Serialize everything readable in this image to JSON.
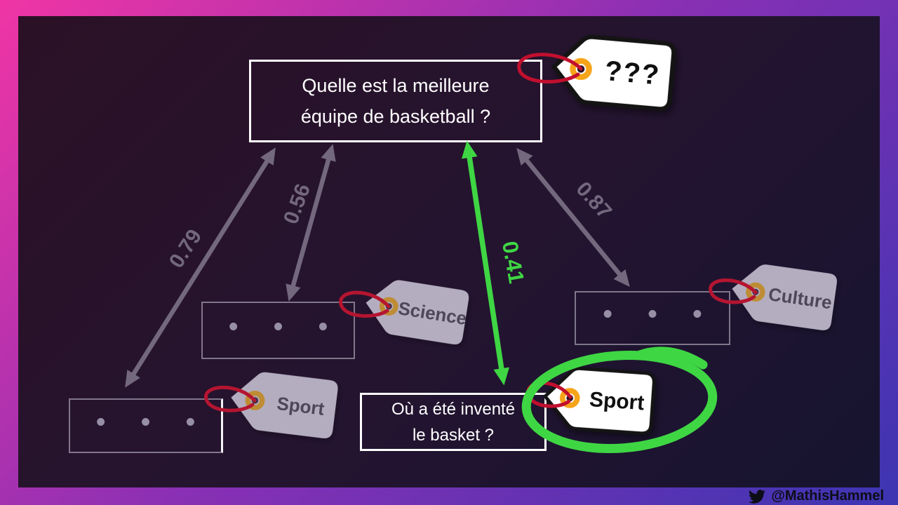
{
  "diagram": {
    "main_question": {
      "line1": "Quelle est la meilleure",
      "line2": "équipe de basketball ?",
      "tag_label": "???"
    },
    "answer_question": {
      "line1": "Où a été inventé",
      "line2": "le basket ?",
      "tag_label": "Sport",
      "highlighted": true
    },
    "masked_questions": [
      {
        "dots": "• • •",
        "tag_label": "Sport"
      },
      {
        "dots": "• • •",
        "tag_label": "Science"
      },
      {
        "dots": "• • •",
        "tag_label": "Culture"
      }
    ],
    "similarity_edges": [
      {
        "from": "masked-question-sport",
        "to": "main-question",
        "score": "0.79"
      },
      {
        "from": "masked-question-science",
        "to": "main-question",
        "score": "0.56"
      },
      {
        "from": "answer-question-sport",
        "to": "main-question",
        "score": "0.41",
        "highlighted": true
      },
      {
        "from": "masked-question-culture",
        "to": "main-question",
        "score": "0.87"
      }
    ]
  },
  "credit": {
    "twitter_handle": "@MathisHammel"
  },
  "colors": {
    "frame_gradient_start": "#f035a5",
    "frame_gradient_mid": "#8a30b4",
    "frame_gradient_end": "#3c35b2",
    "background_start": "#2b1126",
    "background_end": "#161430",
    "highlight_green": "#3fd644",
    "string_red": "#c20f2e",
    "ring_orange": "#f6a419",
    "arrow_gray": "#73687d",
    "muted_tag_fill": "#b4adc0",
    "muted_tag_text": "#4d4757"
  }
}
